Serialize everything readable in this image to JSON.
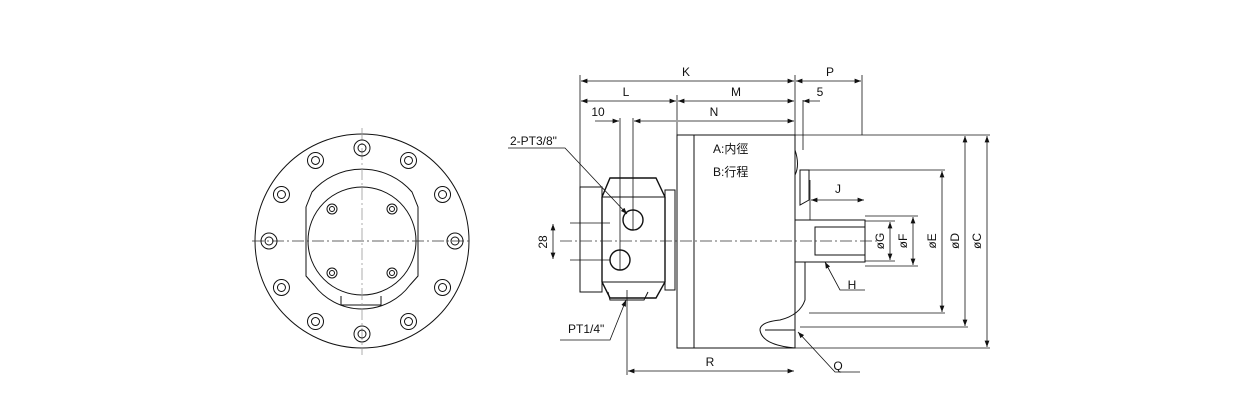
{
  "title": "Hydraulic rotary cylinder dimension drawing",
  "dimensions": {
    "K": "K",
    "L": "L",
    "M": "M",
    "N": "N",
    "P": "P",
    "five": "5",
    "ten": "10",
    "twentyeight": "28",
    "J": "J",
    "H": "H",
    "Q": "Q",
    "R": "R",
    "G": "øG",
    "F": "øF",
    "E": "øE",
    "D": "øD",
    "C": "øC"
  },
  "ports": {
    "main": "2-PT3/8\"",
    "drain": "PT1/4\""
  },
  "legend": {
    "a": "A:内徑",
    "b": "B:行程"
  }
}
